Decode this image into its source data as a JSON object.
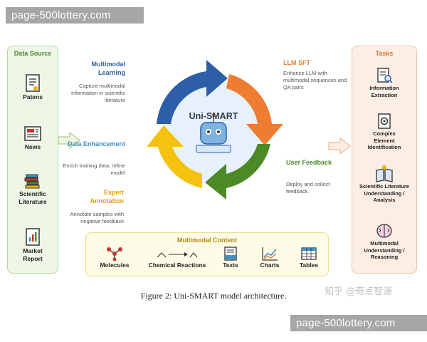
{
  "watermarks": {
    "top": "page-500lottery.com",
    "bottom": "page-500lottery.com"
  },
  "data_source": {
    "title": "Data Source",
    "items": [
      "Patens",
      "News",
      "Scientific Literature",
      "Market Report"
    ]
  },
  "tasks": {
    "title": "Tasks",
    "items": [
      "Information Extraction",
      "Complex Element Identification",
      "Scientific Literature Understanding / Analysis",
      "Multimodal Understanding / Reasoning"
    ]
  },
  "multimodal_content": {
    "title": "Multimodal Content",
    "items": [
      "Molecules",
      "Chemical Reactions",
      "Texts",
      "Charts",
      "Tables"
    ]
  },
  "cycle": {
    "center": "Uni-SMART",
    "stages": [
      {
        "title": "Multimodal Learning",
        "desc": "Capture multimodal information in scientific literature",
        "color": "#2d5fa8"
      },
      {
        "title": "LLM SFT",
        "desc": "Enhance LLM with multimodal sequences and QA pairs",
        "color": "#ee7d31"
      },
      {
        "title": "User Feedback",
        "desc": "Deploy and collect feedback.",
        "color": "#4c8a27"
      },
      {
        "title": "Expert Annotation",
        "desc": "Annotate samples with negative feedback",
        "color": "#f0b400"
      },
      {
        "title": "Data Enhancement",
        "desc": "Enrich training data, refine model",
        "color": "#3f8fc4"
      }
    ]
  },
  "caption": "Figure 2: Uni-SMART model architecture.",
  "credit": "知乎 @奇点智源",
  "colors": {
    "green": "#4c8a27",
    "orange": "#ee7d31",
    "yellow": "#f0b400",
    "blue": "#2d5fa8",
    "lightblue": "#3f8fc4"
  }
}
